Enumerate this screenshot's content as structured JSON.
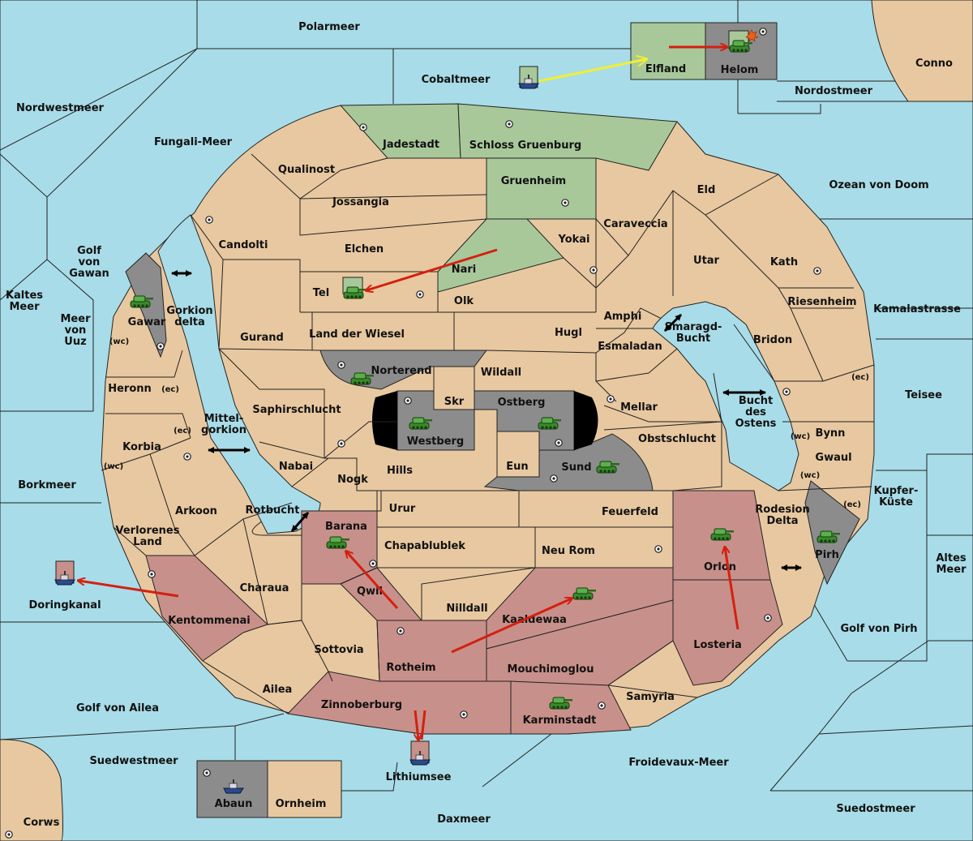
{
  "colors": {
    "sea": "#a8dce8",
    "neutral": "#e8c8a0",
    "green": "#a8c89a",
    "gray": "#8c8c8c",
    "red": "#c8908a",
    "black": "#000000",
    "order_red": "#d42010",
    "order_yellow": "#f0f030"
  },
  "seas": {
    "polarmeer": "Polarmeer",
    "cobaltmeer": "Cobaltmeer",
    "nordostmeer": "Nordostmeer",
    "nordwestmeer": "Nordwestmeer",
    "fungali": "Fungali-Meer",
    "ozean_doom": "Ozean von Doom",
    "golf_gawan": "Golf von Gawan",
    "kaltes_meer": "Kaltes Meer",
    "meer_uuz": "Meer von Uuz",
    "kamalastrasse": "Kamalastrasse",
    "smaragd": "Smaragd-Bucht",
    "teisee": "Teisee",
    "bucht_ostens": "Bucht des Ostens",
    "mittelgorkion": "Mittel-gorkion",
    "gorkion_delta": "Gorkion delta",
    "borkmeer": "Borkmeer",
    "kupferkueste": "Kupfer-Küste",
    "rotbucht": "Rotbucht",
    "rodesion": "Rodesion Delta",
    "altes_meer": "Altes Meer",
    "doringkanal": "Doringkanal",
    "golf_pirh": "Golf von Pirh",
    "golf_ailea": "Golf von Ailea",
    "suedwestmeer": "Suedwestmeer",
    "lithiumsee": "Lithiumsee",
    "froidevaux": "Froidevaux-Meer",
    "daxmeer": "Daxmeer",
    "suedostmeer": "Suedostmeer",
    "corws": "Corws",
    "conno": "Conno"
  },
  "lands": {
    "elfland": "Elfland",
    "helom": "Helom",
    "jadestadt": "Jadestadt",
    "schloss": "Schloss Gruenburg",
    "qualinost": "Qualinost",
    "gruenheim": "Gruenheim",
    "eld": "Eld",
    "jossangia": "Jossangia",
    "caraveccia": "Caraveccia",
    "candolti": "Candolti",
    "elchen": "Elchen",
    "yokai": "Yokai",
    "utar": "Utar",
    "kath": "Kath",
    "nari": "Nari",
    "tel": "Tel",
    "olk": "Olk",
    "gawar": "Gawar",
    "amphi": "Amphi",
    "riesenheim": "Riesenheim",
    "gurand": "Gurand",
    "land_wiesel": "Land der Wiesel",
    "hugl": "Hugl",
    "esmaladan": "Esmaladan",
    "bridon": "Bridon",
    "norterend": "Norterend",
    "wildall": "Wildall",
    "heronn": "Heronn",
    "skr": "Skr",
    "ostberg": "Ostberg",
    "mellar": "Mellar",
    "saphirschlucht": "Saphirschlucht",
    "westberg": "Westberg",
    "bynn": "Bynn",
    "korbia": "Korbia",
    "obstschlucht": "Obstschlucht",
    "gwaul": "Gwaul",
    "nabai": "Nabai",
    "hills": "Hills",
    "eun": "Eun",
    "sund": "Sund",
    "nogk": "Nogk",
    "arkoon": "Arkoon",
    "urur": "Urur",
    "feuerfeld": "Feuerfeld",
    "barana": "Barana",
    "verlorenes": "Verlorenes Land",
    "chapablublek": "Chapablublek",
    "neu_rom": "Neu Rom",
    "orlon": "Orlon",
    "pirh": "Pirh",
    "charaua": "Charaua",
    "qwil": "Qwil",
    "nilldall": "Nilldall",
    "kaaldewaa": "Kaaldewaa",
    "kentommenai": "Kentommenai",
    "losteria": "Losteria",
    "sottovia": "Sottovia",
    "rotheim": "Rotheim",
    "mouchimoglou": "Mouchimoglou",
    "ailea": "Ailea",
    "samyria": "Samyria",
    "zinnoberburg": "Zinnoberburg",
    "karminstadt": "Karminstadt",
    "abaun": "Abaun",
    "ornheim": "Ornheim"
  },
  "coast_tags": {
    "wc": "(wc)",
    "ec": "(ec)"
  },
  "icons": {
    "army": "tank-icon",
    "fleet": "ship-icon",
    "supply_center": "supply-center-icon",
    "explosion": "explosion-icon"
  }
}
